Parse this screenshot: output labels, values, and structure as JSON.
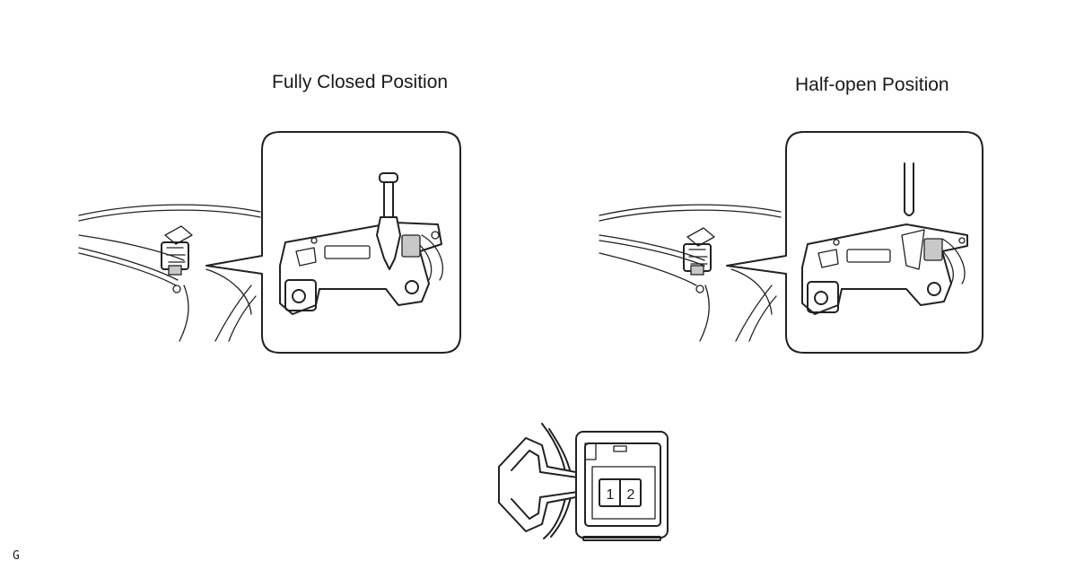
{
  "labels": {
    "fully_closed": "Fully Closed Position",
    "half_open": "Half-open Position",
    "corner_code": "G"
  },
  "connector": {
    "pins": [
      "1",
      "2"
    ]
  }
}
